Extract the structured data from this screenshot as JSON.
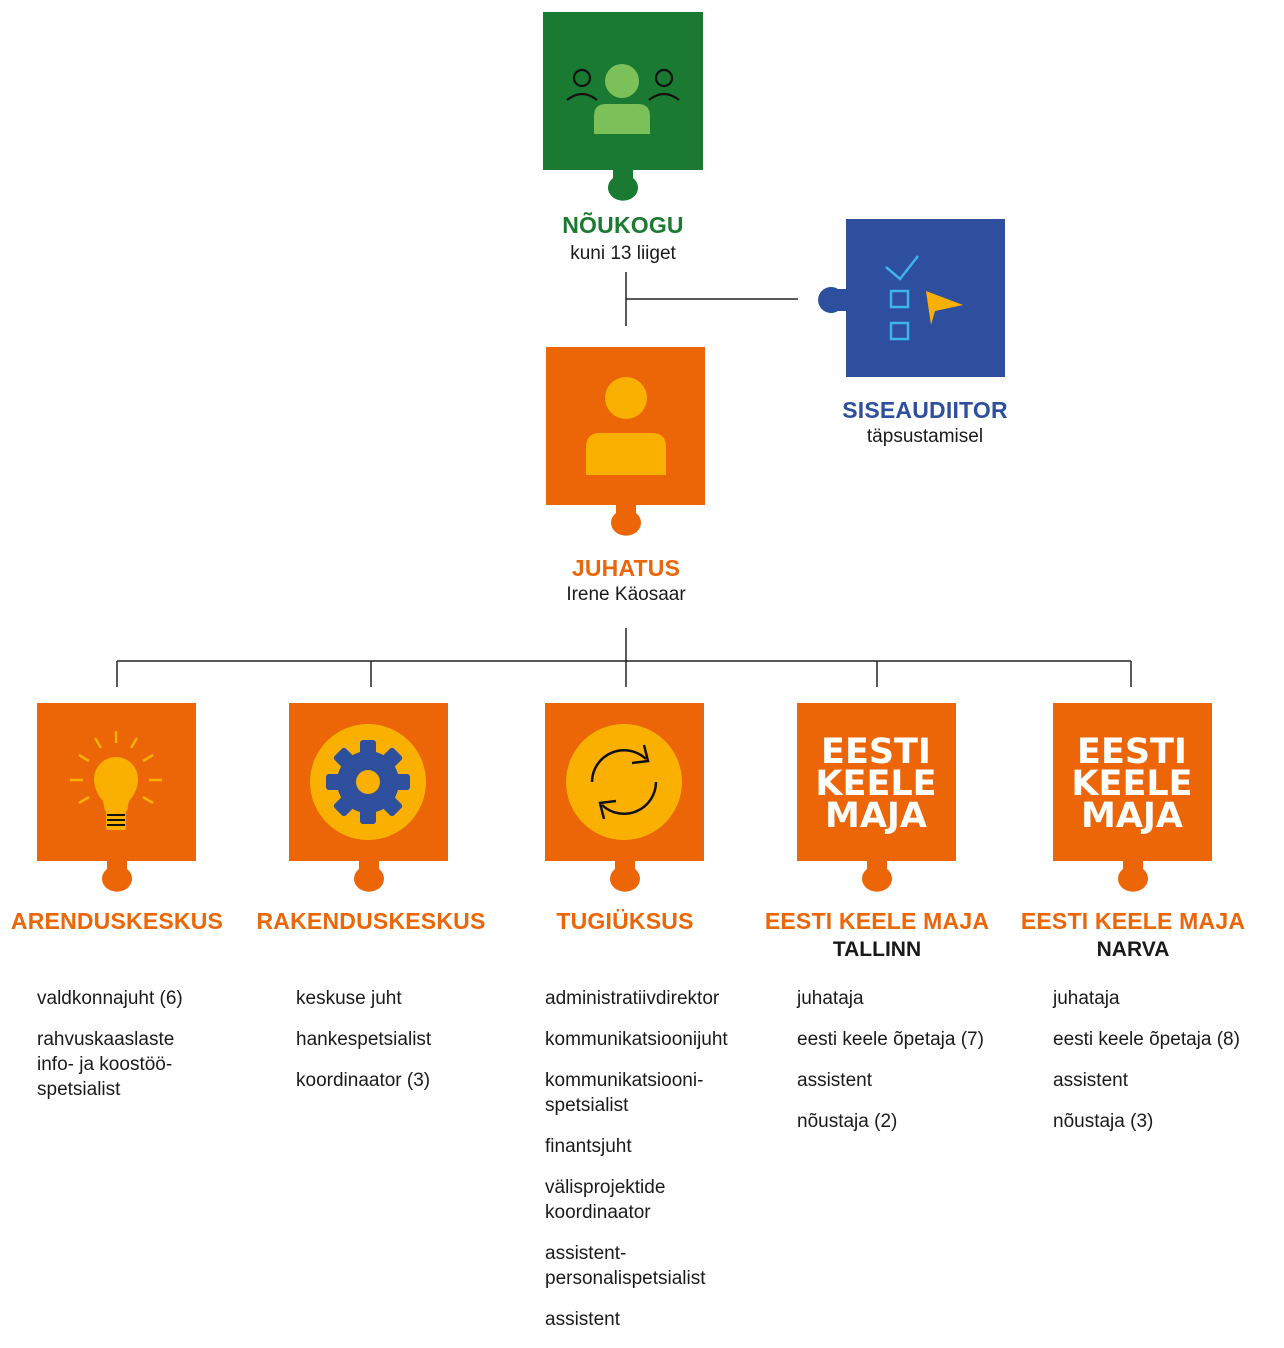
{
  "colors": {
    "green": "#1a7a31",
    "orange": "#ec6608",
    "blue": "#2e4f9e",
    "yellow": "#f9b000"
  },
  "council": {
    "title": "NÕUKOGU",
    "subtitle": "kuni 13 liiget",
    "icon": "people-group-icon"
  },
  "auditor": {
    "title": "SISEAUDIITOR",
    "subtitle": "täpsustamisel",
    "icon": "checklist-icon"
  },
  "board": {
    "title": "JUHATUS",
    "subtitle": "Irene Käosaar",
    "icon": "person-icon"
  },
  "units": [
    {
      "title": "ARENDUSKESKUS",
      "subtitle": "",
      "icon": "lightbulb-icon",
      "roles": [
        "valdkonnajuht (6)",
        "rahvuskaaslaste\ninfo- ja koostöö-\nspetsialist"
      ]
    },
    {
      "title": "RAKENDUSKESKUS",
      "subtitle": "",
      "icon": "gear-icon",
      "roles": [
        "keskuse juht",
        "hankespetsialist",
        "koordinaator (3)"
      ]
    },
    {
      "title": "TUGIÜKSUS",
      "subtitle": "",
      "icon": "refresh-icon",
      "roles": [
        "administratiivdirektor",
        "kommunikatsioonijuht",
        "kommunikatsiooni-\nspetsialist",
        "finantsjuht",
        "välisprojektide\nkoordinaator",
        "assistent-\npersonalispetsialist",
        "assistent"
      ]
    },
    {
      "title": "EESTI KEELE MAJA",
      "subtitle": "TALLINN",
      "icon": "eesti-keele-maja-logo",
      "logo_text": [
        "EESTI",
        "KEELE",
        "MAJA"
      ],
      "roles": [
        "juhataja",
        "eesti keele õpetaja (7)",
        "assistent",
        "nõustaja (2)"
      ]
    },
    {
      "title": "EESTI KEELE MAJA",
      "subtitle": "NARVA",
      "icon": "eesti-keele-maja-logo",
      "logo_text": [
        "EESTI",
        "KEELE",
        "MAJA"
      ],
      "roles": [
        "juhataja",
        "eesti keele õpetaja (8)",
        "assistent",
        "nõustaja (3)"
      ]
    }
  ]
}
